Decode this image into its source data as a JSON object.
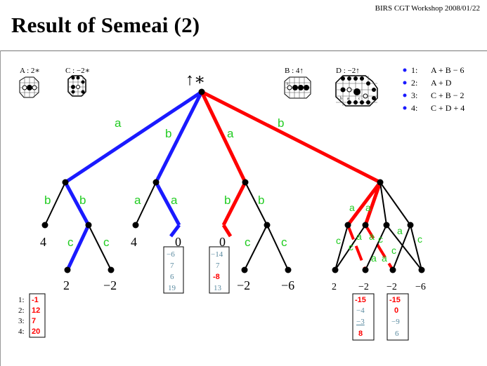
{
  "header": {
    "workshop": "BIRS CGT Workshop 2008/01/22",
    "title": "Result of Semeai (2)"
  },
  "positions": [
    {
      "label": "A : 2∗"
    },
    {
      "label": "C : −2∗"
    },
    {
      "label": "B : 4↑"
    },
    {
      "label": "D : −2↑"
    }
  ],
  "root_label": "↑∗",
  "legend": [
    {
      "num": "1:",
      "expr": "A + B − 6"
    },
    {
      "num": "2:",
      "expr": "A + D"
    },
    {
      "num": "3:",
      "expr": "C + B − 2"
    },
    {
      "num": "4:",
      "expr": "C + D + 4"
    }
  ],
  "edge_labels": {
    "top": [
      "a",
      "b",
      "a",
      "b"
    ],
    "mid": [
      "b",
      "b",
      "a",
      "a",
      "b",
      "b"
    ],
    "low": [
      "c",
      "c",
      "c",
      "c"
    ],
    "right": [
      "a",
      "a",
      "c",
      "a",
      "c",
      "a",
      "c",
      "a",
      "c",
      "a",
      "a",
      "c"
    ]
  },
  "leaves": {
    "level1": [
      "4",
      "4",
      "0",
      "0"
    ],
    "level2": [
      "2",
      "−2",
      "−2",
      "−6"
    ],
    "right": [
      "2",
      "−2",
      "−2",
      "−6"
    ]
  },
  "boxes": {
    "box_a": {
      "rows": [
        "1:",
        "2:",
        "3:",
        "4:"
      ],
      "values": [
        "-1",
        "12",
        "7",
        "20"
      ]
    },
    "box_b": {
      "values": [
        "−6",
        "7",
        "6",
        "19"
      ]
    },
    "box_c": {
      "values": [
        "−14",
        "7",
        "-8",
        "13"
      ]
    },
    "box_d": {
      "values": [
        "-15",
        "−4",
        "−3",
        "8"
      ]
    },
    "box_e": {
      "values": [
        "-15",
        "0",
        "−9",
        "6"
      ]
    }
  },
  "colors": {
    "blue": "#1a1aff",
    "red": "#ff0000",
    "green": "#22cc22",
    "black": "#000000",
    "gray": "#5a8aa0"
  }
}
